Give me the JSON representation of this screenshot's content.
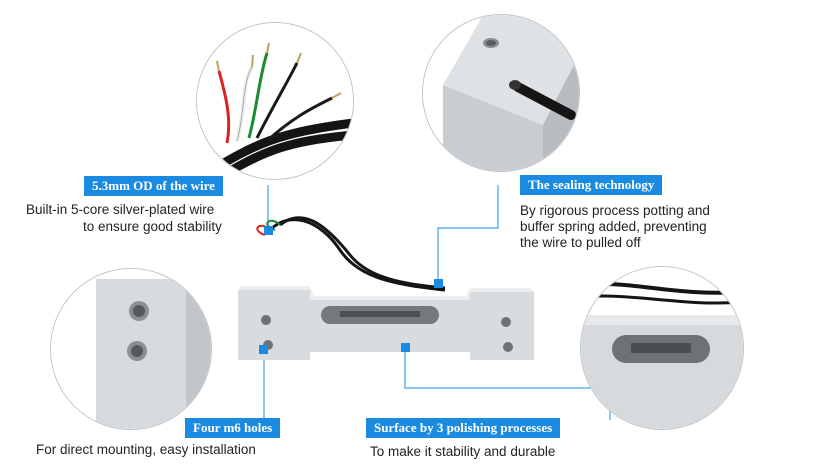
{
  "callouts": {
    "wire": {
      "title": "5.3mm OD of the wire",
      "desc_line1": "Built-in 5-core silver-plated wire",
      "desc_line2": "to ensure good stability"
    },
    "sealing": {
      "title": "The sealing technology",
      "desc_line1": "By rigorous process potting and",
      "desc_line2": "buffer spring added, preventing",
      "desc_line3": "the wire to pulled off"
    },
    "holes": {
      "title": "Four m6 holes",
      "desc_line1": "For direct mounting, easy installation"
    },
    "surface": {
      "title": "Surface by 3 polishing processes",
      "desc_line1": "To make it stability and durable"
    }
  },
  "colors": {
    "accent": "#1a8be0",
    "aluminum": "#d7dadd",
    "cable": "#1c1c1c"
  }
}
